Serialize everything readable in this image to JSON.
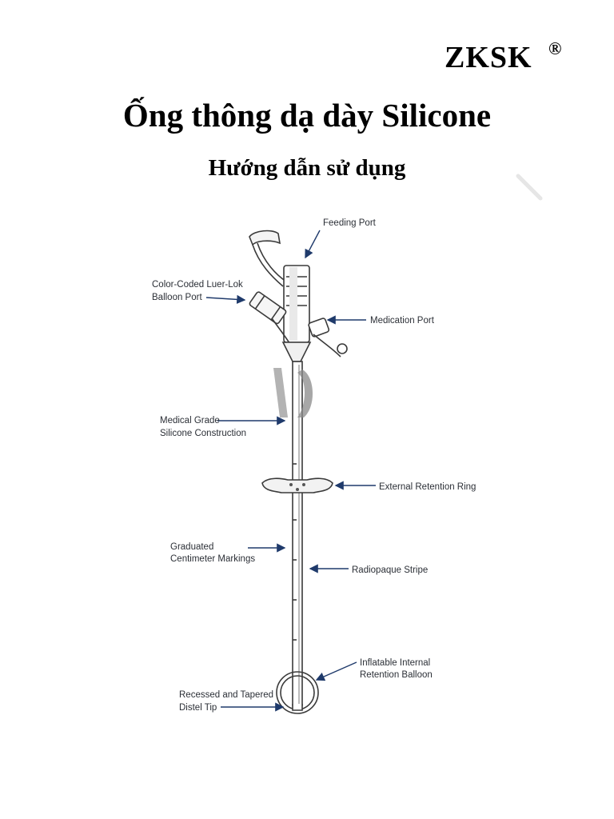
{
  "header": {
    "brand": "ZKSK",
    "registered_mark": "®",
    "title": "Ống thông dạ dày Silicone",
    "subtitle": "Hướng dẫn sử dụng"
  },
  "diagram": {
    "labels": {
      "feeding_port": "Feeding Port",
      "balloon_port_1": "Color-Coded  Luer-Lok",
      "balloon_port_2": "Balloon Port",
      "medication_port": "Medication Port",
      "silicone_1": "Medical Grade",
      "silicone_2": "Silicone Construction",
      "retention_ring": "External Retention Ring",
      "graduated_1": "Graduated",
      "graduated_2": "Centimeter Markings",
      "radiopaque": "Radiopaque Stripe",
      "balloon_1": "Inflatable Internal",
      "balloon_2": "Retention Balloon",
      "tip_1": "Recessed and Tapered",
      "tip_2": "Distel Tip"
    },
    "colors": {
      "arrow": "#1f3a6b",
      "outline": "#3a3a3a"
    }
  }
}
